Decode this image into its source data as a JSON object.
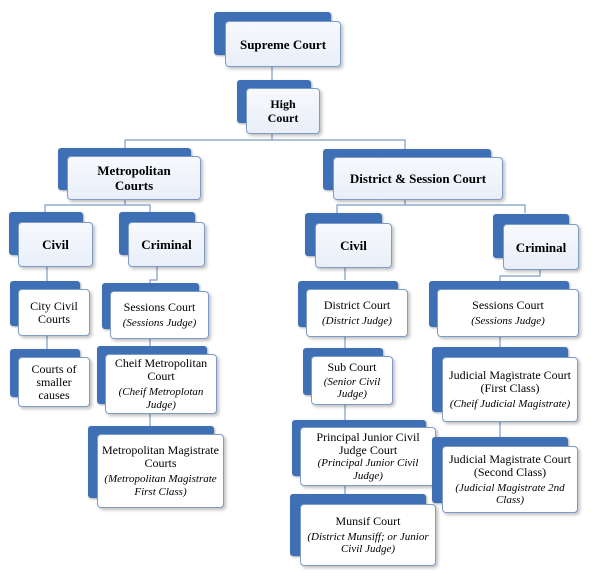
{
  "colors": {
    "tab": "#3f70b6",
    "card_border": "#7d9cca",
    "connector": "#7f9bc7"
  },
  "nodes": {
    "supreme": {
      "title": "Supreme Court"
    },
    "high": {
      "title": "High Court"
    },
    "metro": {
      "title": "Metropolitan Courts"
    },
    "district": {
      "title": "District & Session Court"
    },
    "m_civil": {
      "title": "Civil"
    },
    "m_criminal": {
      "title": "Criminal"
    },
    "city_civil": {
      "title": "City Civil Courts"
    },
    "smaller": {
      "title": "Courts of smaller causes"
    },
    "m_sessions": {
      "title": "Sessions Court",
      "sub": "(Sessions Judge)"
    },
    "cmm": {
      "title": "Cheif Metropolitan Court",
      "sub": "(Cheif Metroplotan Judge)"
    },
    "mmc": {
      "title": "Metropolitan Magistrate Courts",
      "sub": "(Metropolitan Magistrate First Class)"
    },
    "d_civil": {
      "title": "Civil"
    },
    "d_criminal": {
      "title": "Criminal"
    },
    "district_court": {
      "title": "District Court",
      "sub": "(District Judge)"
    },
    "sub_court": {
      "title": "Sub Court",
      "sub": "(Senior Civil Judge)"
    },
    "pjcj": {
      "title": "Principal Junior Civil Judge Court",
      "sub": "(Principal Junior Civil Judge)"
    },
    "munsif": {
      "title": "Munsif Court",
      "sub": "(District Munsiff; or Junior Civil Judge)"
    },
    "d_sessions": {
      "title": "Sessions Court",
      "sub": "(Sessions Judge)"
    },
    "jm1": {
      "title": "Judicial Magistrate Court (First Class)",
      "sub": "(Cheif Judicial Magistrate)"
    },
    "jm2": {
      "title": "Judicial Magistrate Court (Second Class)",
      "sub": "(Judicial Magistrate 2nd Class)"
    }
  }
}
